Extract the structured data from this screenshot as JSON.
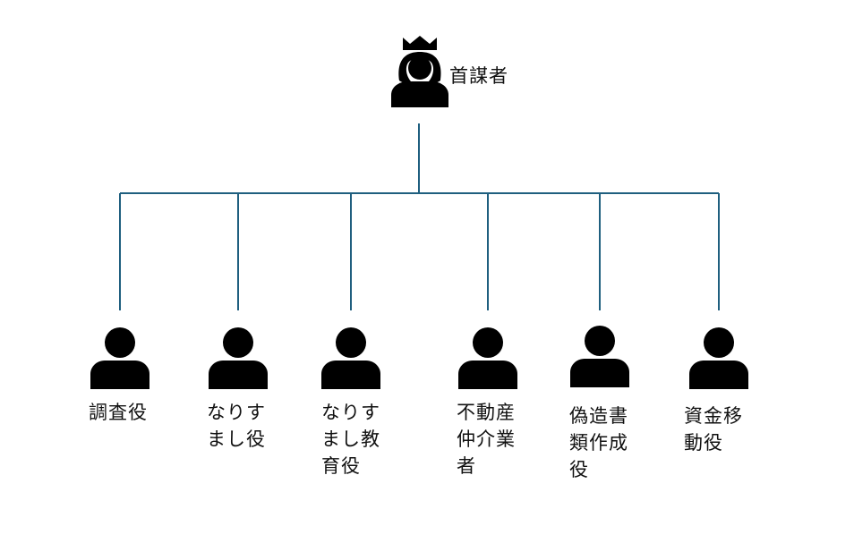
{
  "colors": {
    "connector": "#1f5f7f",
    "figure": "#000000",
    "text": "#111111"
  },
  "leader": {
    "icon": "crowned-person-icon",
    "label": "首謀者"
  },
  "roles": [
    {
      "icon": "person-icon",
      "label": "調査役"
    },
    {
      "icon": "person-icon",
      "label": "なりす\nまし役"
    },
    {
      "icon": "person-icon",
      "label": "なりす\nまし教\n育役"
    },
    {
      "icon": "person-icon",
      "label": "不動産\n仲介業\n者"
    },
    {
      "icon": "person-icon",
      "label": "偽造書\n類作成\n役"
    },
    {
      "icon": "person-icon",
      "label": "資金移\n動役"
    }
  ]
}
